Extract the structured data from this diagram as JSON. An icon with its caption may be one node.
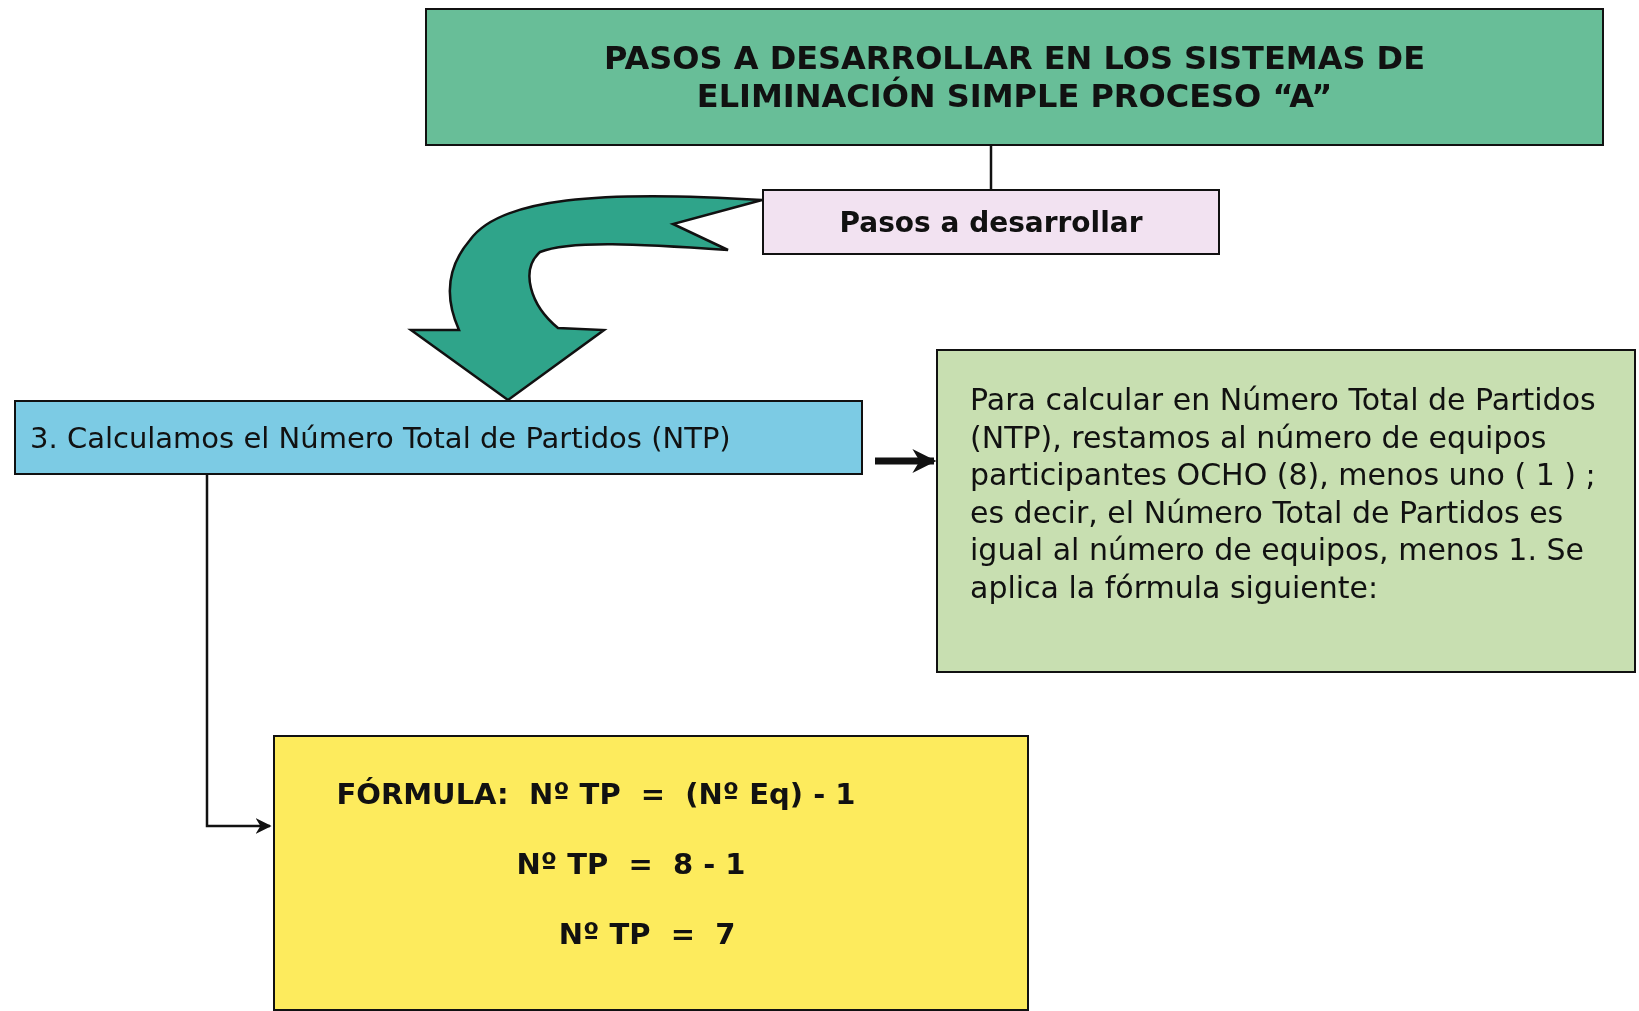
{
  "diagram": {
    "nodes": [
      {
        "text": [
          "PASOS A DESARROLLAR EN LOS SISTEMAS DE ELIMINACIÓN SIMPLE PROCESO “A”"
        ]
      },
      {
        "text": [
          "Pasos a desarrollar"
        ]
      },
      {
        "text": [
          "3.  Calculamos el Número Total de Partidos (NTP)"
        ]
      },
      {
        "text": [
          "Para calcular en Número Total de Partidos (NTP), restamos al número de equipos participantes OCHO (8), menos uno ( 1 ) ; es decir, el Número Total de Partidos es igual al número de equipos, menos 1. Se aplica la fórmula siguiente:"
        ]
      },
      {
        "text": [
          "FÓRMULA:  Nº TP  =  (Nº Eq) - 1",
          "Nº TP  =  8 - 1",
          "Nº TP  =  7"
        ]
      }
    ],
    "edges": [
      {
        "from": 0,
        "to": 1,
        "arrow": "none"
      },
      {
        "from": 1,
        "to": 2,
        "arrow": "to",
        "style": "thick"
      },
      {
        "from": 2,
        "to": 3,
        "arrow": "to",
        "style": "thick"
      },
      {
        "from": 2,
        "to": 4,
        "arrow": "to"
      }
    ]
  }
}
